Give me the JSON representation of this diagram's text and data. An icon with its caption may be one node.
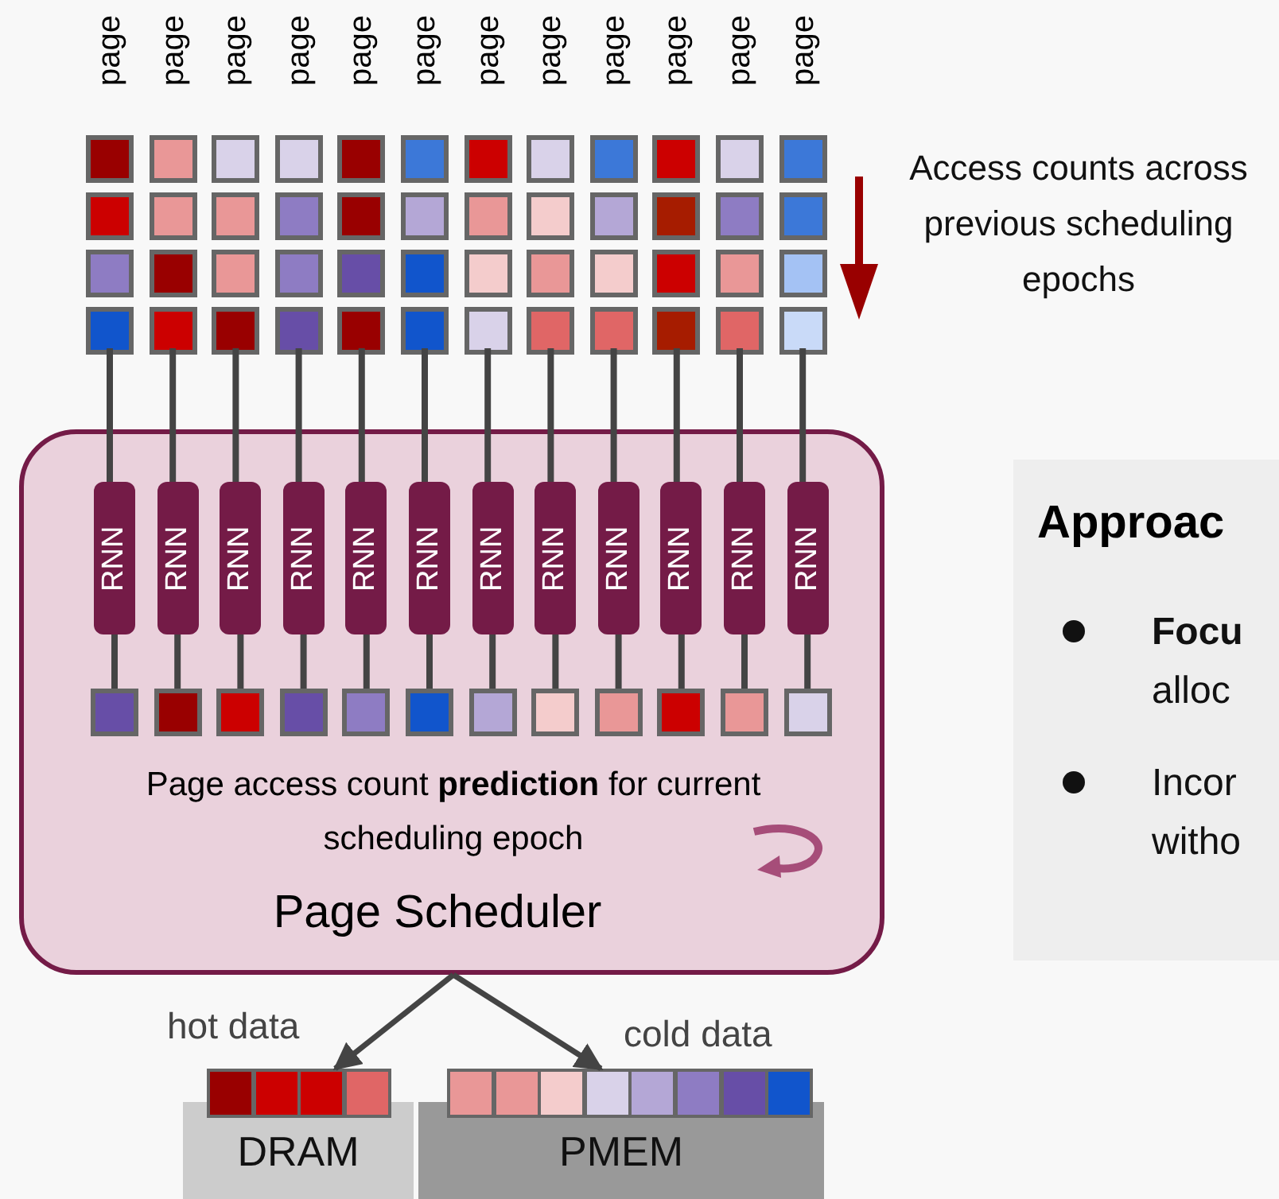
{
  "diagram": {
    "nodes": [
      {
        "text": [
          "page"
        ]
      },
      {
        "text": [
          "page"
        ]
      },
      {
        "text": [
          "page"
        ]
      },
      {
        "text": [
          "page"
        ]
      },
      {
        "text": [
          "page"
        ]
      },
      {
        "text": [
          "page"
        ]
      },
      {
        "text": [
          "page"
        ]
      },
      {
        "text": [
          "page"
        ]
      },
      {
        "text": [
          "page"
        ]
      },
      {
        "text": [
          "page"
        ]
      },
      {
        "text": [
          "page"
        ]
      },
      {
        "text": [
          "page"
        ]
      },
      {
        "text": [
          "Page access count **prediction** for current scheduling epoch",
          "Page Scheduler"
        ]
      },
      {
        "text": [
          "RNN"
        ],
        "in": 12
      },
      {
        "text": [
          "RNN"
        ],
        "in": 12
      },
      {
        "text": [
          "RNN"
        ],
        "in": 12
      },
      {
        "text": [
          "RNN"
        ],
        "in": 12
      },
      {
        "text": [
          "RNN"
        ],
        "in": 12
      },
      {
        "text": [
          "RNN"
        ],
        "in": 12
      },
      {
        "text": [
          "RNN"
        ],
        "in": 12
      },
      {
        "text": [
          "RNN"
        ],
        "in": 12
      },
      {
        "text": [
          "RNN"
        ],
        "in": 12
      },
      {
        "text": [
          "RNN"
        ],
        "in": 12
      },
      {
        "text": [
          "RNN"
        ],
        "in": 12
      },
      {
        "text": [
          "RNN"
        ],
        "in": 12
      },
      {
        "text": [],
        "shape": "box",
        "in": 12
      },
      {
        "text": [],
        "shape": "box",
        "in": 12
      },
      {
        "text": [],
        "shape": "box",
        "in": 12
      },
      {
        "text": [],
        "shape": "box",
        "in": 12
      },
      {
        "text": [],
        "shape": "box",
        "in": 12
      },
      {
        "text": [],
        "shape": "box",
        "in": 12
      },
      {
        "text": [],
        "shape": "box",
        "in": 12
      },
      {
        "text": [],
        "shape": "box",
        "in": 12
      },
      {
        "text": [],
        "shape": "box",
        "in": 12
      },
      {
        "text": [],
        "shape": "box",
        "in": 12
      },
      {
        "text": [],
        "shape": "box",
        "in": 12
      },
      {
        "text": [],
        "shape": "box",
        "in": 12
      },
      {
        "text": [
          "DRAM"
        ]
      },
      {
        "text": [
          "PMEM"
        ]
      },
      {
        "text": [
          "Approac",
          "**Focu** alloc",
          "Incor witho"
        ]
      }
    ],
    "edges": [
      {
        "from": 0,
        "to": 13,
        "arrow": "none"
      },
      {
        "from": 1,
        "to": 14,
        "arrow": "none"
      },
      {
        "from": 2,
        "to": 15,
        "arrow": "none"
      },
      {
        "from": 3,
        "to": 16,
        "arrow": "none"
      },
      {
        "from": 4,
        "to": 17,
        "arrow": "none"
      },
      {
        "from": 5,
        "to": 18,
        "arrow": "none"
      },
      {
        "from": 6,
        "to": 19,
        "arrow": "none"
      },
      {
        "from": 7,
        "to": 20,
        "arrow": "none"
      },
      {
        "from": 8,
        "to": 21,
        "arrow": "none"
      },
      {
        "from": 9,
        "to": 22,
        "arrow": "none"
      },
      {
        "from": 10,
        "to": 23,
        "arrow": "none"
      },
      {
        "from": 11,
        "to": 24,
        "arrow": "none"
      },
      {
        "from": 13,
        "to": 25,
        "arrow": "none"
      },
      {
        "from": 14,
        "to": 26,
        "arrow": "none"
      },
      {
        "from": 15,
        "to": 27,
        "arrow": "none"
      },
      {
        "from": 16,
        "to": 28,
        "arrow": "none"
      },
      {
        "from": 17,
        "to": 29,
        "arrow": "none"
      },
      {
        "from": 18,
        "to": 30,
        "arrow": "none"
      },
      {
        "from": 19,
        "to": 31,
        "arrow": "none"
      },
      {
        "from": 20,
        "to": 32,
        "arrow": "none"
      },
      {
        "from": 21,
        "to": 33,
        "arrow": "none"
      },
      {
        "from": 22,
        "to": 34,
        "arrow": "none"
      },
      {
        "from": 23,
        "to": 35,
        "arrow": "none"
      },
      {
        "from": 24,
        "to": 36,
        "arrow": "none"
      },
      {
        "from": 12,
        "to": 37,
        "arrow": "to",
        "label": "hot data"
      },
      {
        "from": 12,
        "to": 38,
        "arrow": "to",
        "label": "cold data"
      }
    ],
    "labels": [
      "Access counts across previous scheduling epochs"
    ]
  }
}
